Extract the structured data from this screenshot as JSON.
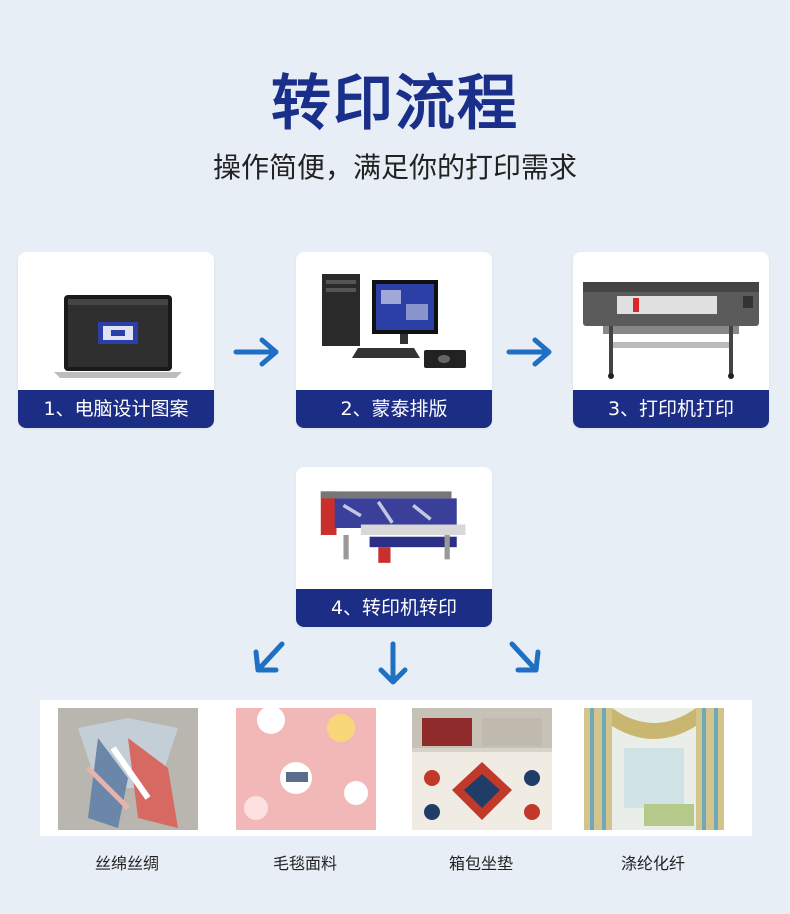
{
  "header": {
    "title": "转印流程",
    "subtitle": "操作简便，满足你的打印需求"
  },
  "steps": [
    {
      "label": "1、电脑设计图案"
    },
    {
      "label": "2、蒙泰排版"
    },
    {
      "label": "3、打印机打印"
    },
    {
      "label": "4、转印机转印"
    }
  ],
  "products": [
    {
      "label": "丝绵丝绸"
    },
    {
      "label": "毛毯面料"
    },
    {
      "label": "箱包坐垫"
    },
    {
      "label": "涤纶化纤"
    }
  ],
  "colors": {
    "accent": "#1c2d86",
    "arrow": "#1f6fc2",
    "background": "#e8eef6"
  },
  "icons": [
    "laptop-icon",
    "computer-icon",
    "printer-icon",
    "transfer-machine-icon",
    "arrow-right-icon",
    "arrow-down-icon"
  ]
}
